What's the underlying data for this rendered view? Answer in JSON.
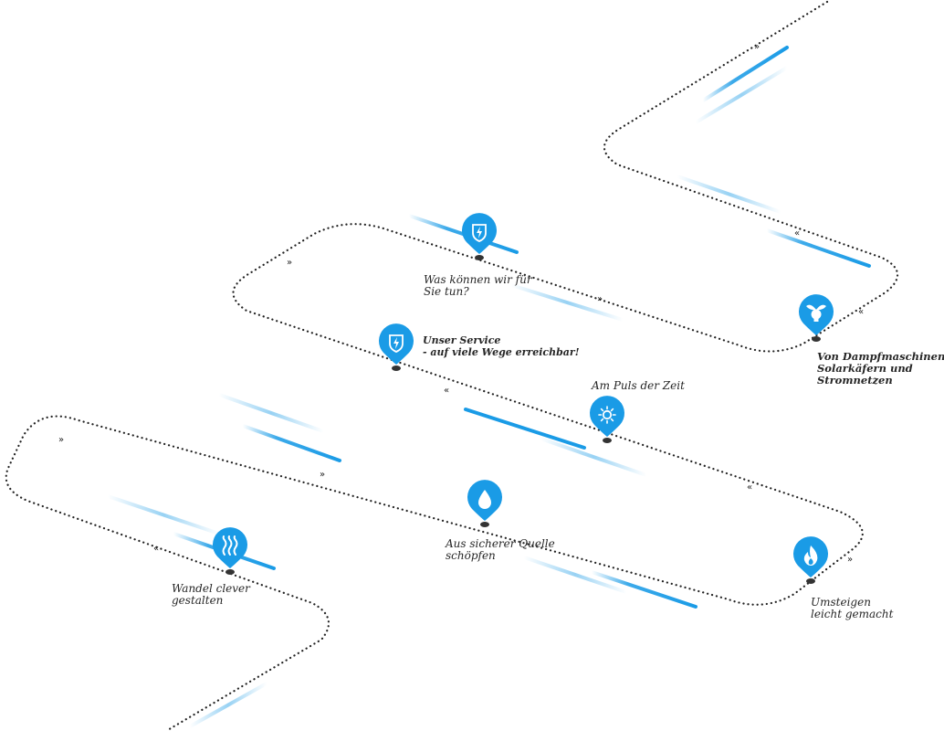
{
  "colors": {
    "accent": "#1a9be6",
    "streak": "#1a9be6",
    "path": "#222222",
    "label": "#262626"
  },
  "markers": [
    {
      "id": "was-koennen",
      "icon": "bolt-shield-icon",
      "lines": [
        "Was können wir für",
        "Sie tun?"
      ]
    },
    {
      "id": "unser-service",
      "icon": "bolt-shield-icon",
      "lines": [
        "Unser Service",
        "- auf viele Wege erreichbar!"
      ]
    },
    {
      "id": "am-puls",
      "icon": "sun-icon",
      "lines": [
        "Am Puls der Zeit"
      ]
    },
    {
      "id": "von-dampf",
      "icon": "lightbulb-leaf-icon",
      "lines": [
        "Von Dampfmaschinen,",
        "Solarkäfern und",
        "Stromnetzen"
      ]
    },
    {
      "id": "aus-quelle",
      "icon": "water-drop-icon",
      "lines": [
        "Aus sicherer Quelle",
        "schöpfen"
      ]
    },
    {
      "id": "wandel",
      "icon": "heat-waves-icon",
      "lines": [
        "Wandel clever",
        "gestalten"
      ]
    },
    {
      "id": "umsteigen",
      "icon": "flame-icon",
      "lines": [
        "Umsteigen",
        "leicht gemacht"
      ]
    }
  ]
}
